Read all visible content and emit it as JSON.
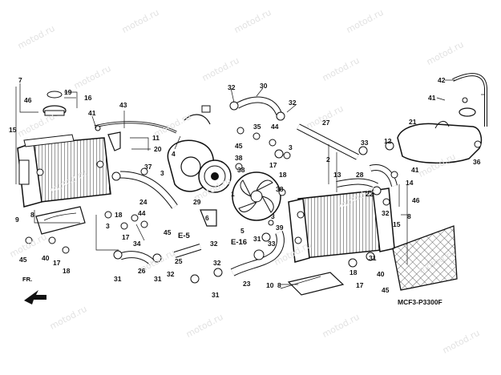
{
  "watermark": "motod.ru",
  "diagram_code": "MCF3-P3300F",
  "front_label": "FR.",
  "callouts": {
    "c7": "7",
    "c46a": "46",
    "c19": "19",
    "c16": "16",
    "c15a": "15",
    "c41a": "41",
    "c43": "43",
    "c11": "11",
    "c20": "20",
    "c4": "4",
    "c32a": "32",
    "c30": "30",
    "c32b": "32",
    "c35": "35",
    "c44a": "44",
    "c27": "27",
    "c42": "42",
    "c41b": "41",
    "c21": "21",
    "c45a": "45",
    "c17a": "17",
    "c12": "12",
    "c36": "36",
    "c38a": "38",
    "c3a": "3",
    "c18a": "18",
    "c2": "2",
    "c13": "13",
    "c33a": "33",
    "c28": "28",
    "c41c": "41",
    "c38b": "38",
    "c37": "37",
    "c3b": "3",
    "c22": "22",
    "c24": "24",
    "c1": "1",
    "c38c": "38",
    "c14": "14",
    "c46b": "46",
    "c9": "9",
    "c8a": "8",
    "c18b": "18",
    "c29": "29",
    "c44b": "44",
    "c3c": "3",
    "c17b": "17",
    "c34": "34",
    "c45b": "45",
    "c5": "5",
    "c8b": "8",
    "c32c": "32",
    "c15b": "15",
    "c39": "39",
    "c3d": "3",
    "c26": "26",
    "c32d": "32",
    "c33b": "33",
    "c31a": "31",
    "c17c": "17",
    "c25": "25",
    "c32e": "32",
    "c45c": "45",
    "c40": "40",
    "c18c": "18",
    "c31b": "31",
    "c31c": "31",
    "c32f": "32",
    "c31d": "31",
    "c31e": "31",
    "c23": "23",
    "c10": "10",
    "c8c": "8",
    "c18d": "18",
    "c17d": "17",
    "c45d": "45",
    "c6": "6",
    "c40b": "40",
    "cE5": "E-5",
    "cE16": "E-16"
  }
}
